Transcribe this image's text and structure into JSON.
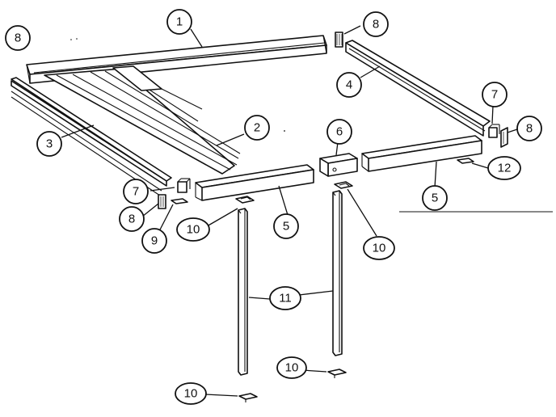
{
  "callouts": [
    {
      "id": "c-1a",
      "label": "1"
    },
    {
      "id": "c-2a",
      "label": "2"
    },
    {
      "id": "c-3a",
      "label": "3"
    },
    {
      "id": "c-4a",
      "label": "4"
    },
    {
      "id": "c-5a",
      "label": "5"
    },
    {
      "id": "c-5b",
      "label": "5"
    },
    {
      "id": "c-6a",
      "label": "6"
    },
    {
      "id": "c-7a",
      "label": "7"
    },
    {
      "id": "c-7b",
      "label": "7"
    },
    {
      "id": "c-8a",
      "label": "8"
    },
    {
      "id": "c-8b",
      "label": "8"
    },
    {
      "id": "c-8c",
      "label": "8"
    },
    {
      "id": "c-8d",
      "label": "8"
    },
    {
      "id": "c-9a",
      "label": "9"
    },
    {
      "id": "c-10a",
      "label": "10"
    },
    {
      "id": "c-10b",
      "label": "10"
    },
    {
      "id": "c-10c",
      "label": "10"
    },
    {
      "id": "c-10d",
      "label": "10"
    },
    {
      "id": "c-11a",
      "label": "11"
    },
    {
      "id": "c-12a",
      "label": "12"
    }
  ]
}
